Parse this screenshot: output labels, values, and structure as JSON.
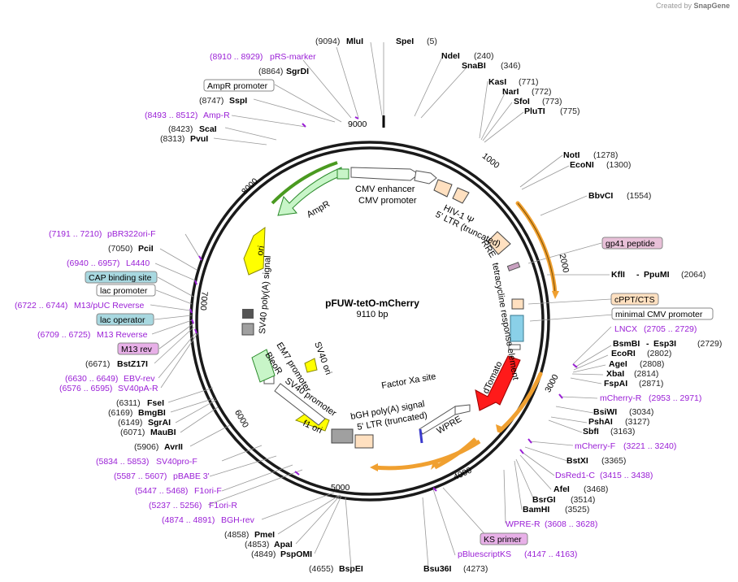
{
  "credit": {
    "prefix": "Created by",
    "brand": "SnapGene"
  },
  "plasmid": {
    "name": "pFUW-tetO-mCherry",
    "length": "9110 bp"
  },
  "ticks": [
    "1000",
    "2000",
    "3000",
    "4000",
    "5000",
    "6000",
    "7000",
    "8000",
    "9000"
  ],
  "sites_right": [
    {
      "name": "SpeI",
      "coord": "(5)"
    },
    {
      "name": "NdeI",
      "coord": "(240)"
    },
    {
      "name": "SnaBI",
      "coord": "(346)"
    },
    {
      "name": "KasI",
      "coord": "(771)"
    },
    {
      "name": "NarI",
      "coord": "(772)"
    },
    {
      "name": "SfoI",
      "coord": "(773)"
    },
    {
      "name": "PluTI",
      "coord": "(775)"
    },
    {
      "name": "NotI",
      "coord": "(1278)"
    },
    {
      "name": "EcoNI",
      "coord": "(1300)"
    },
    {
      "name": "BbvCI",
      "coord": "(1554)"
    },
    {
      "name": "KflI",
      "name2": "PpuMI",
      "coord": "(2064)"
    },
    {
      "name": "BsmBI",
      "name2": "Esp3I",
      "coord": "(2729)"
    },
    {
      "name": "EcoRI",
      "coord": "(2802)"
    },
    {
      "name": "AgeI",
      "coord": "(2808)"
    },
    {
      "name": "XbaI",
      "coord": "(2814)"
    },
    {
      "name": "FspAI",
      "coord": "(2871)"
    },
    {
      "name": "BsiWI",
      "coord": "(3034)"
    },
    {
      "name": "PshAI",
      "coord": "(3127)"
    },
    {
      "name": "SbfI",
      "coord": "(3163)"
    },
    {
      "name": "BstXI",
      "coord": "(3365)"
    },
    {
      "name": "AfeI",
      "coord": "(3468)"
    },
    {
      "name": "BsrGI",
      "coord": "(3514)"
    },
    {
      "name": "BamHI",
      "coord": "(3525)"
    },
    {
      "name": "Bsu36I",
      "coord": "(4273)"
    }
  ],
  "sites_left": [
    {
      "name": "MluI",
      "coord": "(9094)"
    },
    {
      "name": "SgrDI",
      "coord": "(8864)"
    },
    {
      "name": "SspI",
      "coord": "(8747)"
    },
    {
      "name": "ScaI",
      "coord": "(8423)"
    },
    {
      "name": "PvuI",
      "coord": "(8313)"
    },
    {
      "name": "PciI",
      "coord": "(7050)"
    },
    {
      "name": "BstZ17I",
      "coord": "(6671)"
    },
    {
      "name": "FseI",
      "coord": "(6311)"
    },
    {
      "name": "BmgBI",
      "coord": "(6169)"
    },
    {
      "name": "SgrAI",
      "coord": "(6149)"
    },
    {
      "name": "MauBI",
      "coord": "(6071)"
    },
    {
      "name": "AvrII",
      "coord": "(5906)"
    },
    {
      "name": "PmeI",
      "coord": "(4858)"
    },
    {
      "name": "ApaI",
      "coord": "(4853)"
    },
    {
      "name": "PspOMI",
      "coord": "(4849)"
    },
    {
      "name": "BspEI",
      "coord": "(4655)"
    }
  ],
  "primers": [
    {
      "name": "pRS-marker",
      "range": "(8910 .. 8929)"
    },
    {
      "name": "Amp-R",
      "range": "(8493 .. 8512)"
    },
    {
      "name": "pBR322ori-F",
      "range": "(7191 .. 7210)"
    },
    {
      "name": "L4440",
      "range": "(6940 .. 6957)"
    },
    {
      "name": "M13/pUC Reverse",
      "range": "(6722 .. 6744)"
    },
    {
      "name": "M13 Reverse",
      "range": "(6709 .. 6725)"
    },
    {
      "name": "EBV-rev",
      "range": "(6630 .. 6649)"
    },
    {
      "name": "SV40pA-R",
      "range": "(6576 .. 6595)"
    },
    {
      "name": "SV40pro-F",
      "range": "(5834 .. 5853)"
    },
    {
      "name": "pBABE 3'",
      "range": "(5587 .. 5607)"
    },
    {
      "name": "F1ori-F",
      "range": "(5447 .. 5468)"
    },
    {
      "name": "F1ori-R",
      "range": "(5237 .. 5256)"
    },
    {
      "name": "BGH-rev",
      "range": "(4874 .. 4891)"
    },
    {
      "name": "LNCX",
      "range": "(2705 .. 2729)"
    },
    {
      "name": "mCherry-R",
      "range": "(2953 .. 2971)"
    },
    {
      "name": "mCherry-F",
      "range": "(3221 .. 3240)"
    },
    {
      "name": "DsRed1-C",
      "range": "(3415 .. 3438)"
    },
    {
      "name": "WPRE-R",
      "range": "(3608 .. 3628)"
    },
    {
      "name": "pBluescriptKS",
      "range": "(4147 .. 4163)"
    }
  ],
  "boxed_labels": {
    "ampr_promoter": "AmpR promoter",
    "cap_site": "CAP binding site",
    "lac_promoter": "lac promoter",
    "lac_operator": "lac operator",
    "m13_rev": "M13 rev",
    "gp41": "gp41 peptide",
    "cppt": "cPPT/CTS",
    "min_cmv": "minimal CMV promoter",
    "ks_primer": "KS primer"
  },
  "features": {
    "cmv_enhancer": "CMV enhancer",
    "cmv_promoter": "CMV promoter",
    "hiv_psi": "HIV-1 Ψ",
    "ltr_trunc": "5' LTR (truncated)",
    "rre": "RRE",
    "tre": "tetracycline response element",
    "dtomato": "dTomato",
    "wpre": "WPRE",
    "factor_xa": "Factor Xa site",
    "bgh": "bGH poly(A) signal",
    "ltr_trunc2": "5' LTR (truncated)",
    "f1ori": "f1 ori",
    "sv40_promoter": "SV40 promoter",
    "em7_promoter": "EM7 promoter",
    "bleor": "BleoR",
    "sv40_ori": "SV40 ori",
    "sv40_polya": "SV40 poly(A) signal",
    "ori": "ori",
    "ampr": "AmpR"
  },
  "colors": {
    "backbone": "#1a1a1a",
    "primer": "#9a1fd6",
    "ampr_fill": "#c8f5c8",
    "orange_arc": "#f0a030",
    "dtomato": "#ff1a1a",
    "ori": "#ffff00",
    "feature_tan": "#ffe0c0",
    "boxed_pink": "#e8c0d8",
    "boxed_blue": "#a8d8e0"
  }
}
